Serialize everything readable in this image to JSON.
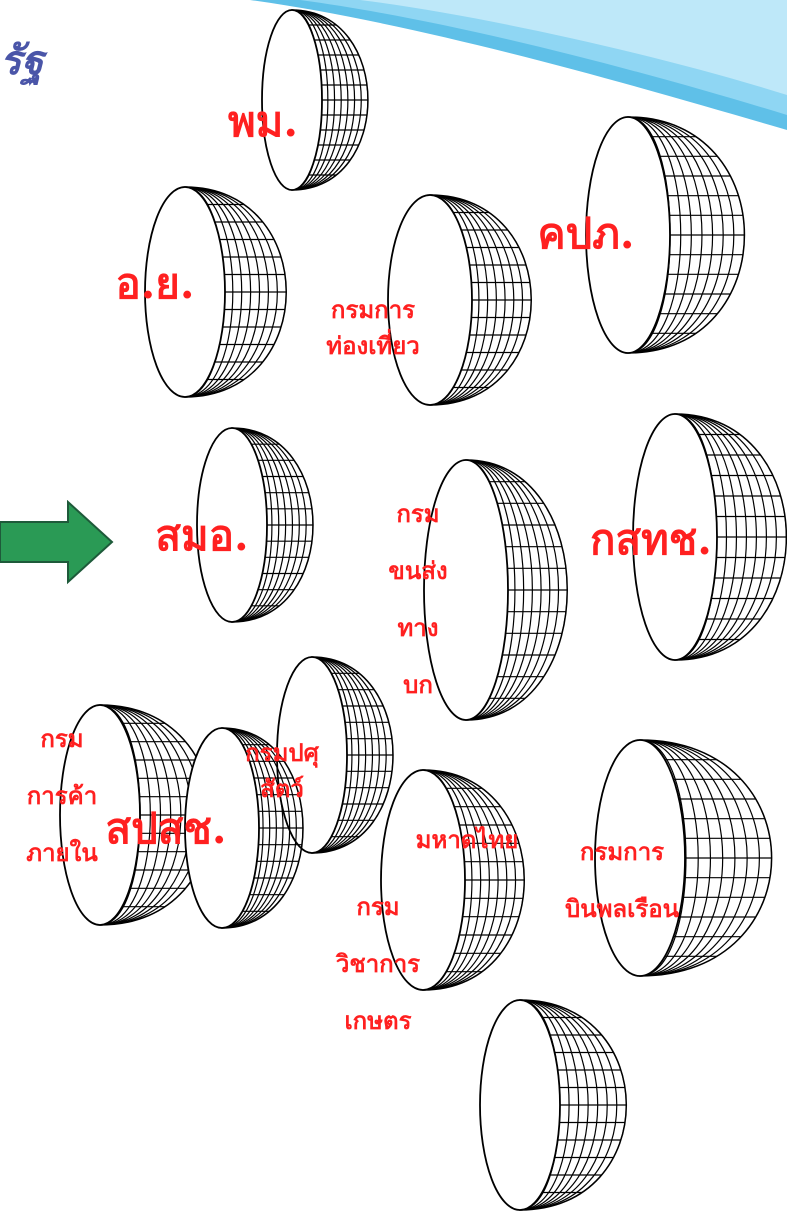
{
  "header": {
    "title_partial": "ุ",
    "title": "รัฐ"
  },
  "colors": {
    "label": "#ff2020",
    "title": "#4a55a8",
    "arrow_fill": "#2a9a55",
    "banner": "#5fc0e8"
  },
  "agencies": [
    {
      "id": "pm",
      "lines": [
        "พม."
      ]
    },
    {
      "id": "oy",
      "lines": [
        "อ.ย."
      ]
    },
    {
      "id": "tourism",
      "lines": [
        "กรมการ",
        "ท่องเที่ยว"
      ]
    },
    {
      "id": "kpbh",
      "lines": [
        "คปภ."
      ]
    },
    {
      "id": "smo",
      "lines": [
        "สมอ."
      ]
    },
    {
      "id": "land-transport",
      "lines": [
        "กรม",
        "ขนส่ง",
        "ทาง",
        "บก"
      ]
    },
    {
      "id": "ksth",
      "lines": [
        "กสทช."
      ]
    },
    {
      "id": "livestock",
      "lines": [
        "กรมปศุ",
        "สัตว์"
      ]
    },
    {
      "id": "internal-trade",
      "lines": [
        "กรม",
        "การค้า",
        "ภายใน"
      ]
    },
    {
      "id": "civil-aviation",
      "lines": [
        "กรมการ",
        "บินพลเรือน"
      ]
    },
    {
      "id": "agri-academic",
      "lines": [
        "กรม",
        "วิชาการ",
        "เกษตร"
      ]
    },
    {
      "id": "spsch",
      "lines": [
        "สปสช."
      ]
    },
    {
      "id": "mahadthai",
      "lines": [
        "มหาดไทย"
      ]
    }
  ],
  "arrow": {
    "icon": "right-arrow-icon"
  }
}
